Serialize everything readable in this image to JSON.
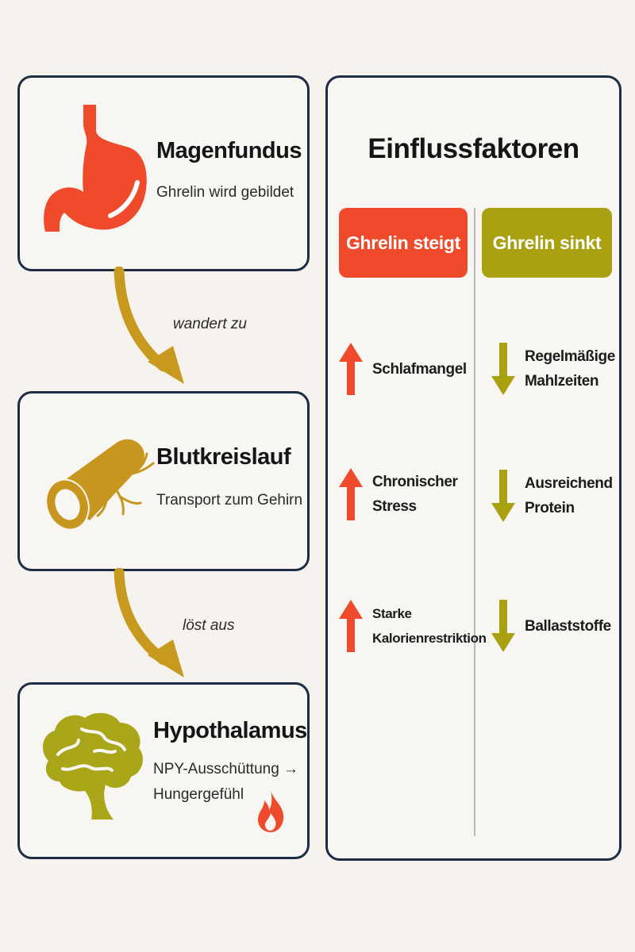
{
  "steps": [
    {
      "title": "Magenfundus",
      "subtitle": "Ghrelin wird gebildet",
      "icon": "stomach-icon"
    },
    {
      "title": "Blutkreislauf",
      "subtitle": "Transport zum Gehirn",
      "icon": "blood-vessel-icon"
    },
    {
      "title": "Hypothalamus",
      "subtitle_lines": [
        "NPY-Ausschüttung →",
        "Hungergefühl"
      ],
      "icon": "brain-icon",
      "extra_icon": "flame-icon"
    }
  ],
  "connectors": [
    "wandert zu",
    "löst aus"
  ],
  "panel": {
    "title": "Einflussfaktoren",
    "increase_header": "Ghrelin steigt",
    "decrease_header": "Ghrelin sinkt",
    "increase_factors": [
      {
        "lines": [
          "Schlafmangel"
        ]
      },
      {
        "lines": [
          "Chronischer",
          "Stress"
        ]
      },
      {
        "lines": [
          "Starke",
          "Kalorienrestriktion"
        ]
      }
    ],
    "decrease_factors": [
      {
        "lines": [
          "Regelmäßige",
          "Mahlzeiten"
        ]
      },
      {
        "lines": [
          "Ausreichend",
          "Protein"
        ]
      },
      {
        "lines": [
          "Ballaststoffe"
        ]
      }
    ]
  },
  "colors": {
    "border": "#1c2d45",
    "increase": "#ef4a2b",
    "decrease": "#a9a112",
    "arrow": "#c79a1f",
    "vessel": "#c6961e",
    "brain": "#a9a61a"
  }
}
